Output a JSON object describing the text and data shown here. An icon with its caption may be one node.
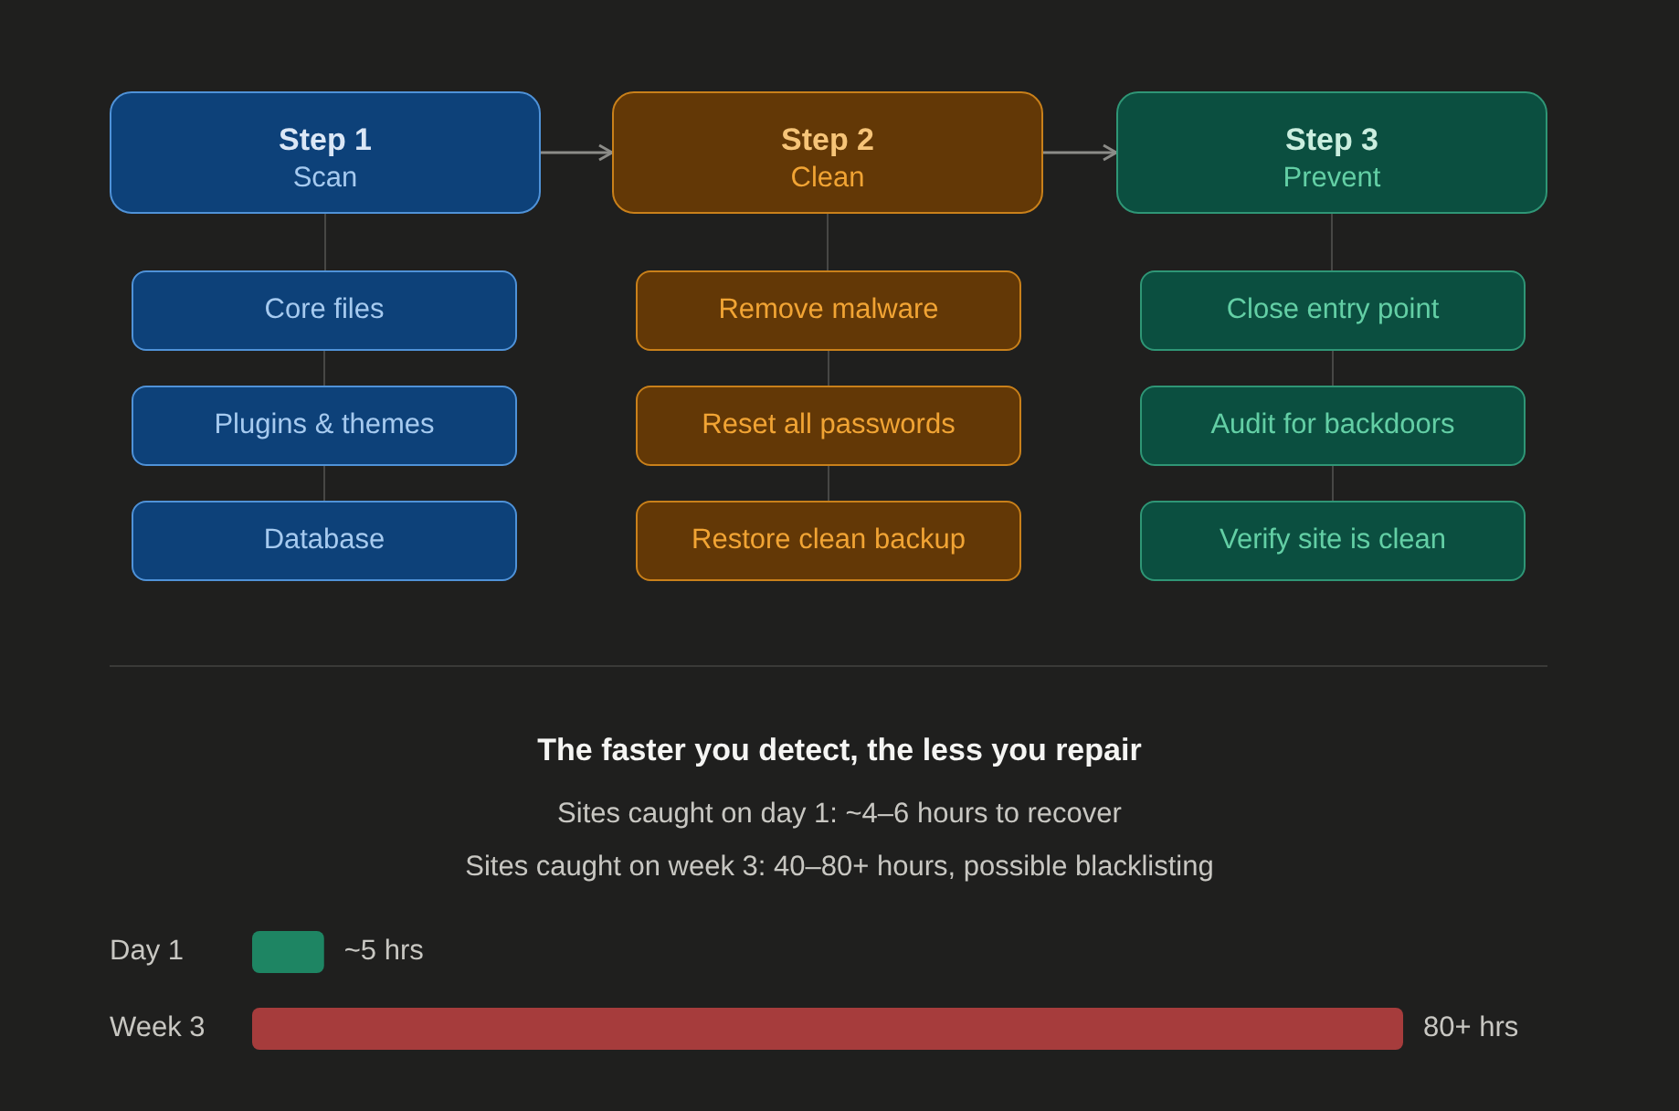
{
  "diagram": {
    "caption": "The faster you detect, the less you repair",
    "nodes": [
      {
        "text": [
          "Step 1",
          "Scan"
        ]
      },
      {
        "text": [
          "Core files"
        ]
      },
      {
        "text": [
          "Plugins & themes"
        ]
      },
      {
        "text": [
          "Database"
        ]
      },
      {
        "text": [
          "Step 2",
          "Clean"
        ]
      },
      {
        "text": [
          "Remove malware"
        ]
      },
      {
        "text": [
          "Reset all passwords"
        ]
      },
      {
        "text": [
          "Restore clean backup"
        ]
      },
      {
        "text": [
          "Step 3",
          "Prevent"
        ]
      },
      {
        "text": [
          "Close entry point"
        ]
      },
      {
        "text": [
          "Audit for backdoors"
        ]
      },
      {
        "text": [
          "Verify site is clean"
        ]
      }
    ],
    "edges": [
      {
        "from": 0,
        "to": 4,
        "arrow": "to",
        "color": "#8c8c88"
      },
      {
        "from": 4,
        "to": 8,
        "arrow": "to",
        "color": "#8c8c88"
      },
      {
        "from": 0,
        "to": 1,
        "arrow": "none"
      },
      {
        "from": 1,
        "to": 2,
        "arrow": "none"
      },
      {
        "from": 2,
        "to": 3,
        "arrow": "none"
      },
      {
        "from": 4,
        "to": 5,
        "arrow": "none"
      },
      {
        "from": 5,
        "to": 6,
        "arrow": "none"
      },
      {
        "from": 6,
        "to": 7,
        "arrow": "none"
      },
      {
        "from": 8,
        "to": 9,
        "arrow": "none"
      },
      {
        "from": 9,
        "to": 10,
        "arrow": "none"
      },
      {
        "from": 10,
        "to": 11,
        "arrow": "none"
      }
    ],
    "labels": [
      "Sites caught on day 1: ~4–6 hours to recover",
      "Sites caught on week 3: 40–80+ hours, possible blacklisting"
    ],
    "chart_data": {
      "type": "bar",
      "orientation": "horizontal",
      "categories": [
        "Day 1",
        "Week 3"
      ],
      "values": [
        5,
        80
      ],
      "value_labels": [
        "~5 hrs",
        "80+ hrs"
      ]
    }
  }
}
